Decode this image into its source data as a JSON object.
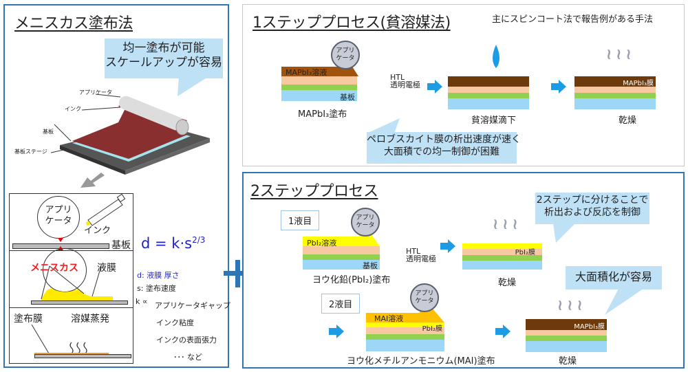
{
  "left_panel": {
    "title": "メニスカス塗布法",
    "callout": [
      "均一塗布が可能",
      "スケールアップが容易"
    ],
    "illustration_labels": {
      "applicator": "アプリケータ",
      "ink": "インク",
      "substrate": "基板",
      "stage": "基板ステージ"
    },
    "diagram": {
      "applicator": [
        "アプリ",
        "ケータ"
      ],
      "ink": "インク",
      "substrate": "基板",
      "meniscus": "メニスカス",
      "liquid_film": "液膜",
      "coated_film": "塗布膜",
      "evaporation": "溶媒蒸発"
    },
    "formula": {
      "lhs": "d = k·s",
      "exponent": "2/3",
      "d_def": "d: 液膜 厚さ",
      "s_def": "s: 塗布速度",
      "k_prefix": "k ∝",
      "k_factors": [
        "アプリケータギャップ",
        "インク粘度",
        "インクの表面張力",
        "･･･ など"
      ]
    }
  },
  "plus_symbol": "+",
  "one_step": {
    "title": "1ステッププロセス(貧溶媒法)",
    "note": "主にスピンコート法で報告例がある手法",
    "applicator": [
      "アプリ",
      "ケータ"
    ],
    "solution_label": "MAPbI₃溶液",
    "substrate_label": "基板",
    "side_labels": [
      "HTL",
      "透明電極"
    ],
    "step_captions": [
      "MAPbI₃塗布",
      "貧溶媒滴下",
      "乾燥"
    ],
    "film_label": "MAPbI₃膜",
    "callout": [
      "ペロブスカイト膜の析出速度が速く",
      "大面積での均一制御が困難"
    ]
  },
  "two_step": {
    "title": "2ステッププロセス",
    "liquid1": "1液目",
    "liquid2": "2液目",
    "applicator": [
      "アプリ",
      "ケータ"
    ],
    "pbi2_solution": "PbI₂溶液",
    "substrate_label": "基板",
    "side_labels": [
      "HTL",
      "透明電極"
    ],
    "pbi2_film": "PbI₂膜",
    "mai_solution": "MAI溶液",
    "mapbi3_film": "MAPbI₃膜",
    "captions": [
      "ヨウ化鉛(PbI₂)塗布",
      "乾燥",
      "ヨウ化メチルアンモニウム(MAI)塗布",
      "乾燥"
    ],
    "callout1": [
      "2ステップに分けることで",
      "析出および反応を制御"
    ],
    "callout2": [
      "大面積化が容易"
    ]
  },
  "colors": {
    "border_blue": "#2e75b6",
    "callout_blue": "#bfe1f6",
    "arrow_blue": "#1b9ce5",
    "perovskite_brown": "#6e3a0c",
    "mapbi3_solution": "#a0520f",
    "htl_peach": "#f8c9a0",
    "electrode_green": "#92d050",
    "substrate_blue": "#9dd7f7",
    "pbi2_yellow": "#ffff00",
    "mai_orange": "#ffc000",
    "formula_blue": "#1f1fc8",
    "meniscus_red": "#ff1a1a"
  }
}
